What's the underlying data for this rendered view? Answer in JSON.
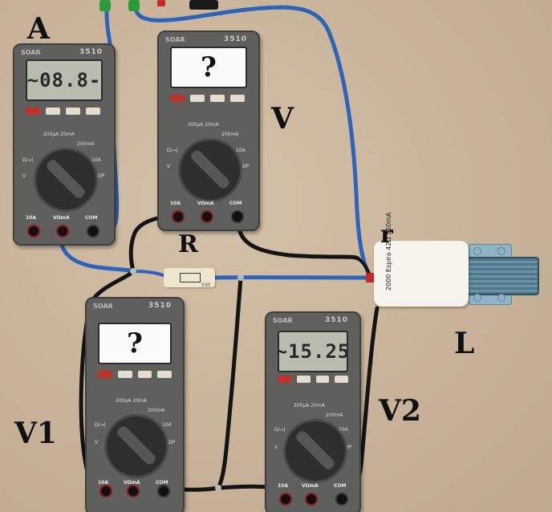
{
  "labels": {
    "ammeter": "A",
    "voltmeter": "V",
    "resistor": "R",
    "internal_resistance": "r",
    "inductor": "L",
    "voltmeter_1": "V1",
    "voltmeter_2": "V2"
  },
  "meters": {
    "ammeter": {
      "brand": "SOAR",
      "model": "3510",
      "reading": "~08.8-"
    },
    "voltmeter": {
      "brand": "SOAR",
      "model": "3510",
      "reading": "?"
    },
    "voltmeter_1": {
      "brand": "SOAR",
      "model": "3510",
      "reading": "?"
    },
    "voltmeter_2": {
      "brand": "SOAR",
      "model": "3510",
      "reading": "~15.25"
    }
  },
  "dial_labels": {
    "r1": "200μA 20mA",
    "r2": "200mA",
    "ohm": "Ω/→|",
    "amp10": "10A",
    "v": "V",
    "adp": "ADP"
  },
  "jack_labels": {
    "j1": "10A",
    "j2": "VΩmA",
    "j3": "COM"
  },
  "resistor_value": "330",
  "inductor_spec": "2000 Espira  42Ω  150mA",
  "colors": {
    "background": "#c9b49c",
    "meter_body": "#5f5f5d",
    "wire_blue": "#2e63b8",
    "wire_black": "#141414"
  }
}
